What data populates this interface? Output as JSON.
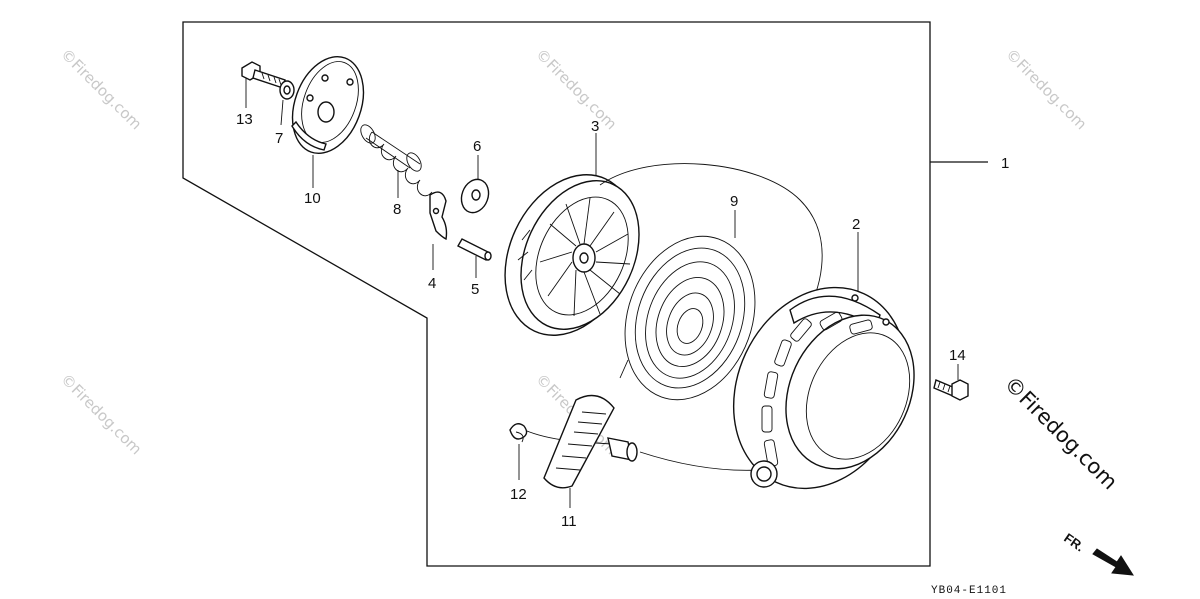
{
  "diagram": {
    "callouts": {
      "c1": "1",
      "c2": "2",
      "c3": "3",
      "c4": "4",
      "c5": "5",
      "c6": "6",
      "c7": "7",
      "c8": "8",
      "c9": "9",
      "c10": "10",
      "c11": "11",
      "c12": "12",
      "c13": "13",
      "c14": "14"
    },
    "diagram_code": "YB04-E1101",
    "direction_label": "FR.",
    "watermark_text": "©Firedog.com"
  }
}
